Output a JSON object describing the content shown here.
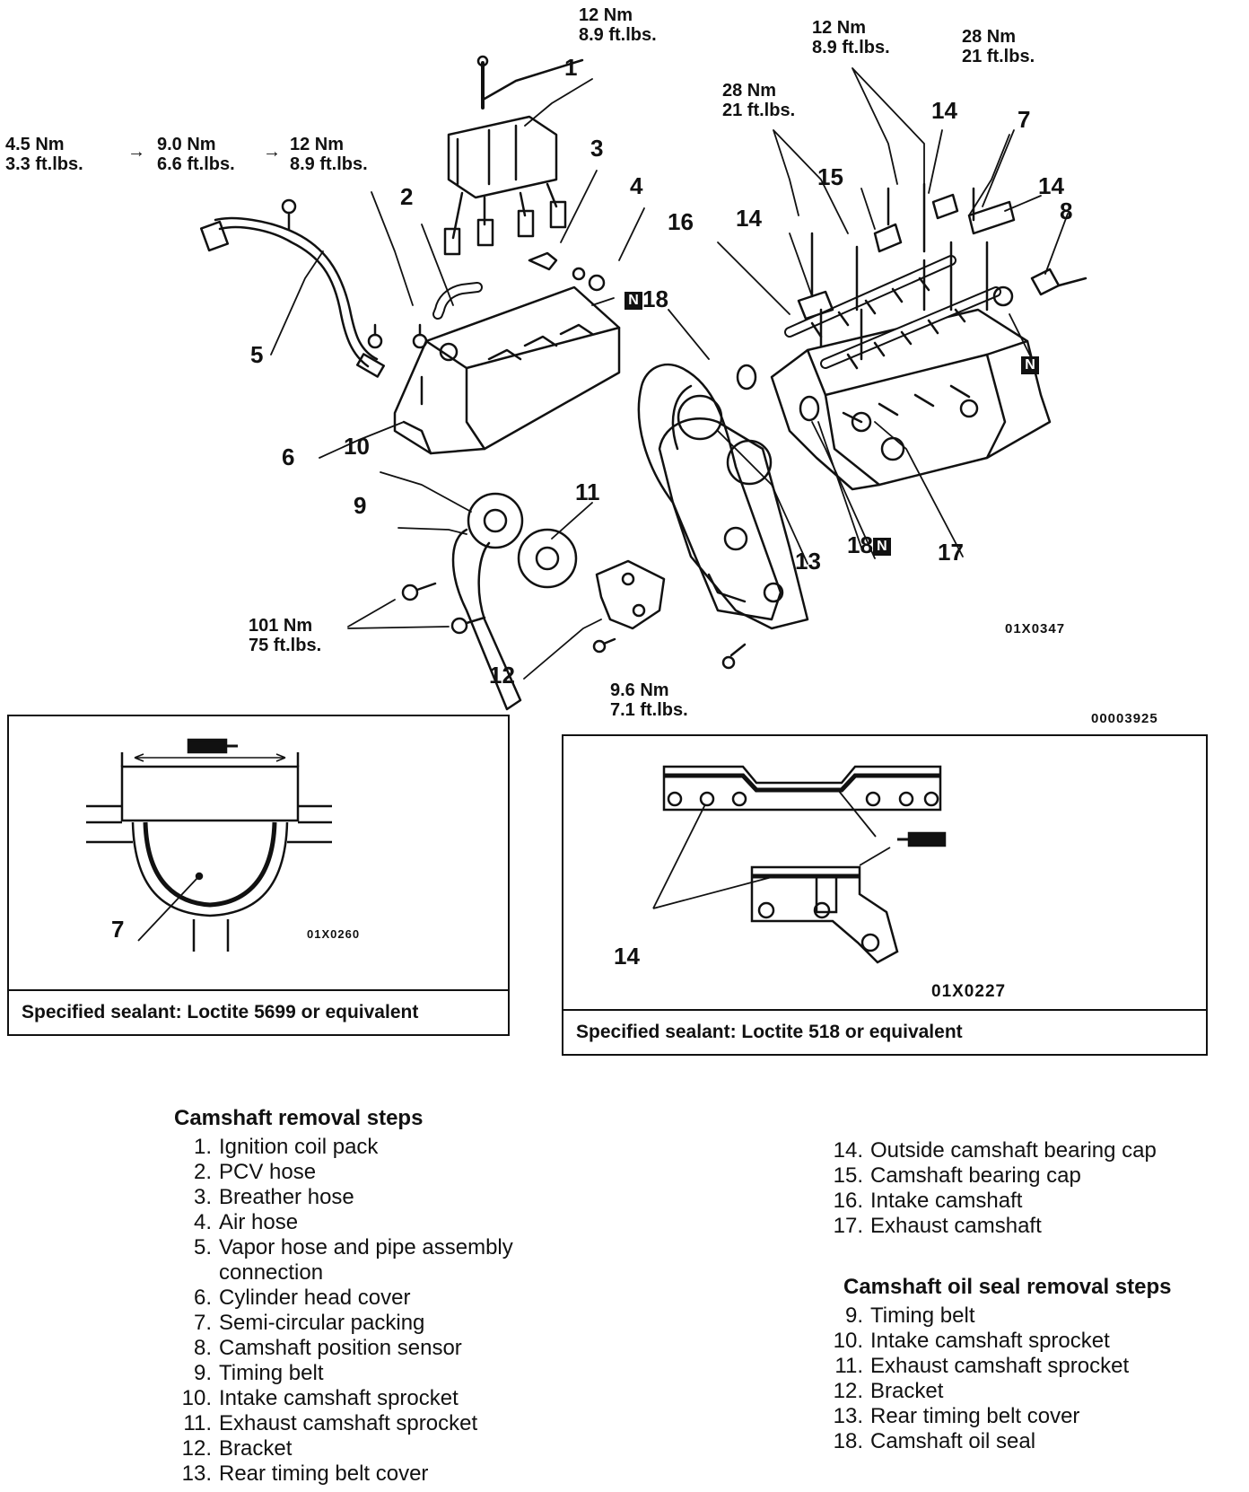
{
  "torques": {
    "t1": [
      "12 Nm",
      "8.9 ft.lbs."
    ],
    "t2": [
      "12 Nm",
      "8.9 ft.lbs."
    ],
    "t3": [
      "28 Nm",
      "21 ft.lbs."
    ],
    "t4": [
      "28 Nm",
      "21 ft.lbs."
    ],
    "seq_a": [
      "4.5 Nm",
      "3.3 ft.lbs."
    ],
    "seq_b": [
      "9.0 Nm",
      "6.6 ft.lbs."
    ],
    "seq_c": [
      "12 Nm",
      "8.9 ft.lbs."
    ],
    "sprocket": [
      "101 Nm",
      "75 ft.lbs."
    ],
    "cover": [
      "9.6 Nm",
      "7.1 ft.lbs."
    ],
    "arrow": "→"
  },
  "callouts": [
    "1",
    "2",
    "3",
    "4",
    "5",
    "6",
    "7",
    "8",
    "9",
    "10",
    "11",
    "12",
    "13",
    "14",
    "15",
    "16",
    "17",
    "18"
  ],
  "n_mark": "N",
  "codes": {
    "main": "01X0347",
    "corner": "00003925",
    "left_panel": "01X0260",
    "right_panel": "01X0227"
  },
  "left_panel": {
    "callout": "7",
    "caption": "Specified sealant: Loctite 5699 or equivalent"
  },
  "right_panel": {
    "callout": "14",
    "caption": "Specified sealant: Loctite 518 or equivalent"
  },
  "removal_steps": {
    "title": "Camshaft removal steps",
    "items": [
      {
        "n": "1.",
        "t": "Ignition coil pack"
      },
      {
        "n": "2.",
        "t": "PCV hose"
      },
      {
        "n": "3.",
        "t": "Breather hose"
      },
      {
        "n": "4.",
        "t": "Air hose"
      },
      {
        "n": "5.",
        "t": "Vapor hose and pipe assembly connection"
      },
      {
        "n": "6.",
        "t": "Cylinder head cover"
      },
      {
        "n": "7.",
        "t": "Semi-circular packing"
      },
      {
        "n": "8.",
        "t": "Camshaft position sensor"
      },
      {
        "n": "9.",
        "t": "Timing belt"
      },
      {
        "n": "10.",
        "t": "Intake camshaft sprocket"
      },
      {
        "n": "11.",
        "t": "Exhaust camshaft sprocket"
      },
      {
        "n": "12.",
        "t": "Bracket"
      },
      {
        "n": "13.",
        "t": "Rear timing belt cover"
      }
    ],
    "continued": [
      {
        "n": "14.",
        "t": "Outside camshaft bearing cap"
      },
      {
        "n": "15.",
        "t": "Camshaft bearing cap"
      },
      {
        "n": "16.",
        "t": "Intake camshaft"
      },
      {
        "n": "17.",
        "t": "Exhaust camshaft"
      }
    ]
  },
  "oil_seal_steps": {
    "title": "Camshaft oil seal removal steps",
    "items": [
      {
        "n": "9.",
        "t": "Timing belt"
      },
      {
        "n": "10.",
        "t": "Intake camshaft sprocket"
      },
      {
        "n": "11.",
        "t": "Exhaust camshaft sprocket"
      },
      {
        "n": "12.",
        "t": "Bracket"
      },
      {
        "n": "13.",
        "t": "Rear timing belt cover"
      },
      {
        "n": "18.",
        "t": "Camshaft oil seal"
      }
    ]
  }
}
